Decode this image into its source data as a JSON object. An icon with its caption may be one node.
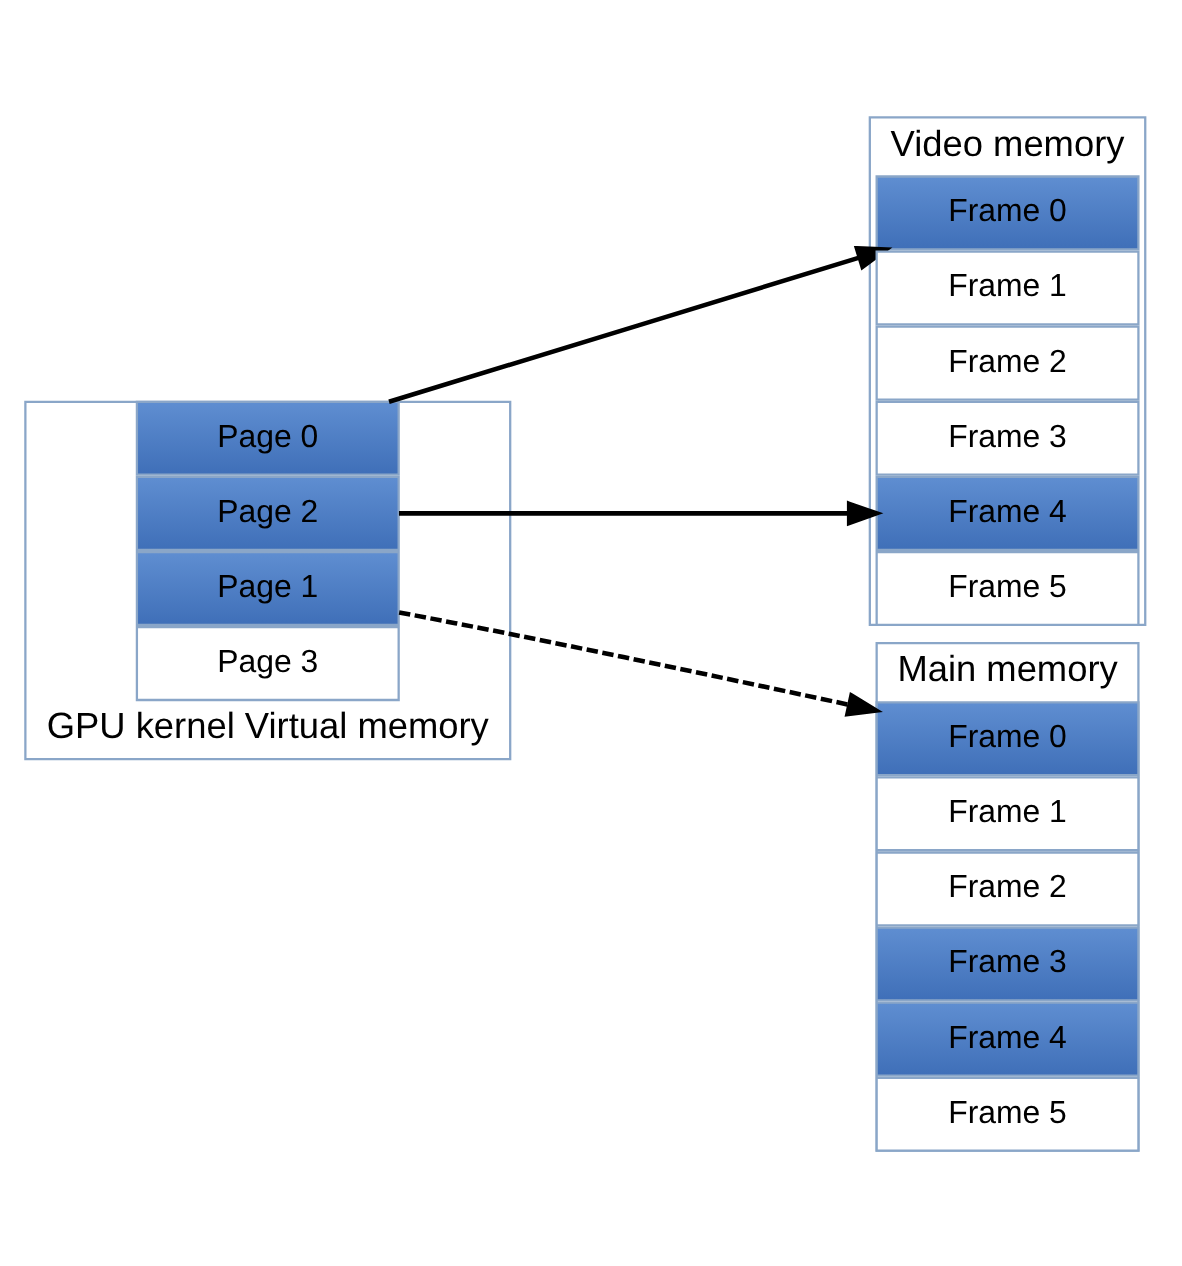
{
  "diagram": {
    "nodes": [
      {
        "text": [
          "GPU kernel Virtual memory"
        ]
      },
      {
        "text": [
          "Page 0"
        ],
        "in": 0
      },
      {
        "text": [
          "Page 1"
        ],
        "in": 0
      },
      {
        "text": [
          "Page 2"
        ],
        "in": 0
      },
      {
        "text": [
          "Page 3"
        ],
        "in": 0
      },
      {
        "text": [
          "Video memory"
        ]
      },
      {
        "text": [
          "Frame 0"
        ],
        "in": 5
      },
      {
        "text": [
          "Frame 1"
        ],
        "in": 5
      },
      {
        "text": [
          "Frame 2"
        ],
        "in": 5
      },
      {
        "text": [
          "Frame 3"
        ],
        "in": 5
      },
      {
        "text": [
          "Frame 4"
        ],
        "in": 5
      },
      {
        "text": [
          "Frame 5"
        ],
        "in": 5
      },
      {
        "text": [
          "Main memory"
        ]
      },
      {
        "text": [
          "Frame 0"
        ],
        "in": 12
      },
      {
        "text": [
          "Frame 1"
        ],
        "in": 12
      },
      {
        "text": [
          "Frame 2"
        ],
        "in": 12
      },
      {
        "text": [
          "Frame 3"
        ],
        "in": 12
      },
      {
        "text": [
          "Frame 4"
        ],
        "in": 12
      },
      {
        "text": [
          "Frame 5"
        ],
        "in": 12
      }
    ],
    "edges": [
      {
        "from": 1,
        "to": 6,
        "arrow": "to"
      },
      {
        "from": 3,
        "to": 10,
        "arrow": "to"
      },
      {
        "from": 2,
        "to": 13,
        "arrow": "to",
        "style": "dashed"
      }
    ]
  }
}
